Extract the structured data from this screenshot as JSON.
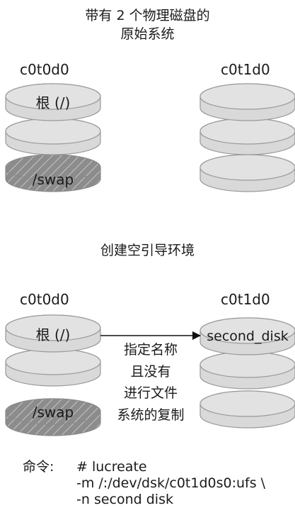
{
  "top_section": {
    "title_line1": "带有 2 个物理磁盘的",
    "title_line2": "原始系统",
    "left_disk_name": "c0t0d0",
    "right_disk_name": "c0t1d0",
    "left_slices": [
      "根 (/)",
      "",
      "/swap"
    ],
    "right_slices": [
      "",
      "",
      ""
    ]
  },
  "middle_title": "创建空引导环境",
  "bottom_section": {
    "left_disk_name": "c0t0d0",
    "right_disk_name": "c0t1d0",
    "left_slices": [
      "根 (/)",
      "",
      "/swap"
    ],
    "right_slices": [
      "second_disk",
      "",
      ""
    ],
    "arrow_note_lines": [
      "指定名称",
      "且没有",
      "进行文件",
      "系统的复制"
    ]
  },
  "command": {
    "label": "命令:",
    "line1": "# lucreate",
    "line2": "-m /:/dev/dsk/c0t1d0s0:ufs \\",
    "line3": "-n second  disk"
  },
  "colors": {
    "disk_fill": "#dcdcdc",
    "disk_stroke": "#9a9a9a",
    "swap_fill": "#8c8c8c",
    "hatch": "#bdbdbd"
  }
}
